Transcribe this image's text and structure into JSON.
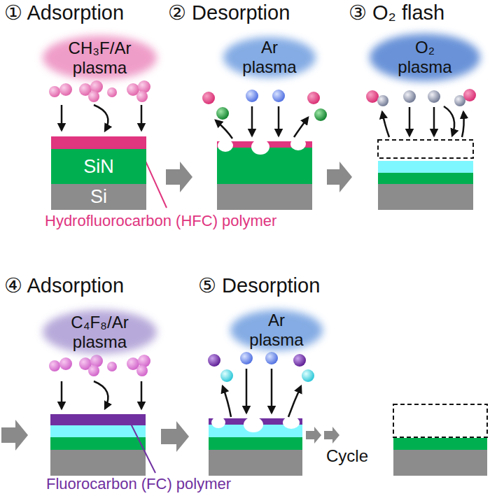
{
  "diagram": {
    "nodes": [
      {
        "text": [
          "CH₃F/Ar plasma"
        ]
      },
      {
        "text": [
          "SiN"
        ]
      },
      {
        "text": [
          "Si"
        ]
      },
      {
        "text": [
          "Ar plasma"
        ]
      },
      {
        "text": [
          "O₂ plasma"
        ]
      },
      {
        "text": [
          "C₄F₈/Ar plasma"
        ]
      },
      {
        "text": [
          "Ar plasma"
        ]
      }
    ],
    "labels": [
      "① Adsorption",
      "Hydrofluorocarbon (HFC) polymer",
      "② Desorption",
      "③ O₂ flash",
      "④ Adsorption",
      "Fluorocarbon (FC) polymer",
      "⑤ Desorption",
      "Cycle"
    ]
  }
}
